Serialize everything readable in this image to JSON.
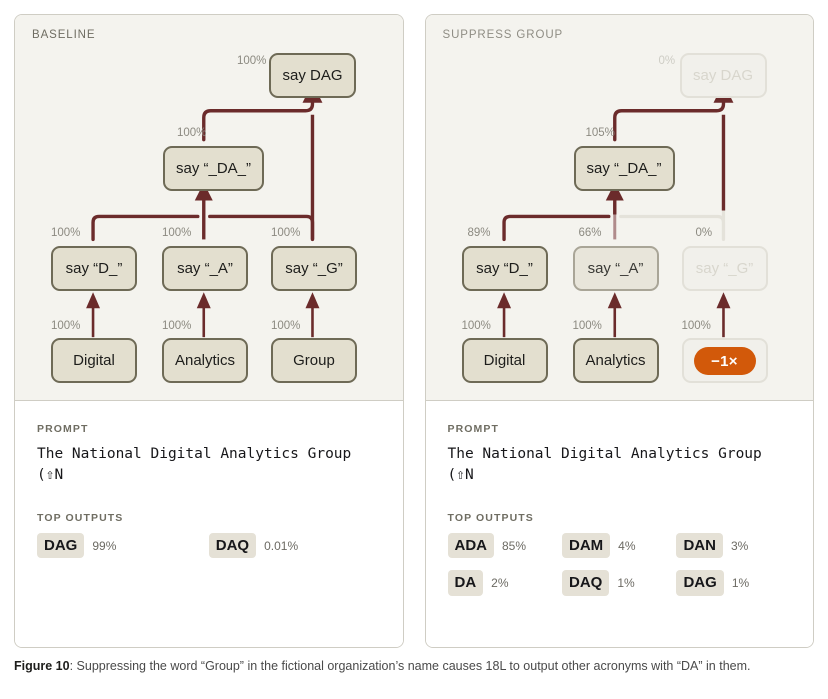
{
  "figure": {
    "caption_label": "Figure 10",
    "caption_text": ": Suppressing the word “Group” in the fictional organization’s name causes 18L to output other acronyms with “DA” in them."
  },
  "colors": {
    "edge": "#6b2b2b",
    "node_fill": "#e3dfcf",
    "node_border": "#6e6a56",
    "panel_bg": "#f4f3ee",
    "pill_orange": "#d2590a",
    "label_gray": "#8c8a81"
  },
  "panels": [
    {
      "title": "BASELINE",
      "nodes": [
        {
          "id": "dag",
          "label": "say DAG",
          "pct": "100%",
          "state": "full"
        },
        {
          "id": "da",
          "label": "say “_DA_”",
          "pct": "100%",
          "state": "full"
        },
        {
          "id": "d",
          "label": "say “D_”",
          "pct": "100%",
          "state": "full"
        },
        {
          "id": "a",
          "label": "say “_A”",
          "pct": "100%",
          "state": "full"
        },
        {
          "id": "g",
          "label": "say “_G”",
          "pct": "100%",
          "state": "full"
        },
        {
          "id": "tok_d",
          "label": "Digital",
          "pct": "100%",
          "state": "full"
        },
        {
          "id": "tok_a",
          "label": "Analytics",
          "pct": "100%",
          "state": "full"
        },
        {
          "id": "tok_g",
          "label": "Group",
          "pct": "100%",
          "state": "full"
        }
      ],
      "prompt_label": "PROMPT",
      "prompt": "The National Digital Analytics Group (⇧N",
      "outputs_label": "TOP OUTPUTS",
      "outputs": [
        {
          "token": "DAG",
          "pct": "99%"
        },
        {
          "token": "DAQ",
          "pct": "0.01%"
        }
      ]
    },
    {
      "title": "SUPPRESS GROUP",
      "nodes": [
        {
          "id": "dag",
          "label": "say DAG",
          "pct": "0%",
          "state": "off"
        },
        {
          "id": "da",
          "label": "say “_DA_”",
          "pct": "105%",
          "state": "full"
        },
        {
          "id": "d",
          "label": "say “D_”",
          "pct": "89%",
          "state": "full"
        },
        {
          "id": "a",
          "label": "say “_A”",
          "pct": "66%",
          "state": "dim"
        },
        {
          "id": "g",
          "label": "say “_G”",
          "pct": "0%",
          "state": "off"
        },
        {
          "id": "tok_d",
          "label": "Digital",
          "pct": "100%",
          "state": "full"
        },
        {
          "id": "tok_a",
          "label": "Analytics",
          "pct": "100%",
          "state": "full"
        },
        {
          "id": "tok_g",
          "label": "",
          "pct": "100%",
          "state": "off",
          "pill": "−1×"
        }
      ],
      "prompt_label": "PROMPT",
      "prompt": "The National Digital Analytics Group (⇧N",
      "outputs_label": "TOP OUTPUTS",
      "outputs": [
        {
          "token": "ADA",
          "pct": "85%"
        },
        {
          "token": "DAM",
          "pct": "4%"
        },
        {
          "token": "DAN",
          "pct": "3%"
        },
        {
          "token": "DA",
          "pct": "2%"
        },
        {
          "token": "DAQ",
          "pct": "1%"
        },
        {
          "token": "DAG",
          "pct": "1%"
        }
      ]
    }
  ]
}
